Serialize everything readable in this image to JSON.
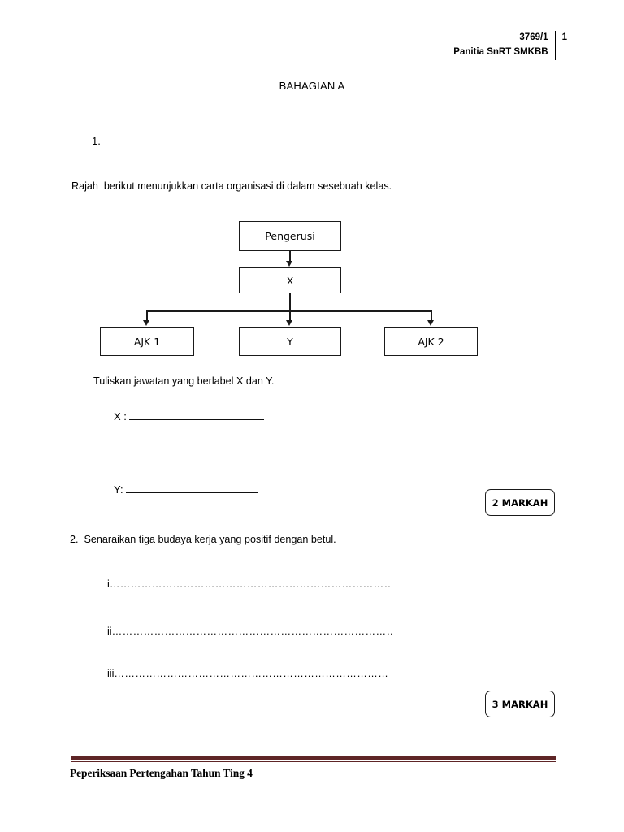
{
  "header": {
    "paper_code": "3769/1",
    "institution": "Panitia SnRT SMKBB",
    "page_number": "1"
  },
  "section": {
    "title": "BAHAGIAN A"
  },
  "question1": {
    "number": "1.",
    "stem": "Rajah  berikut menunjukkan carta organisasi di dalam sesebuah kelas.",
    "prompt": "Tuliskan jawatan yang berlabel X dan Y.",
    "answers": [
      {
        "label": "X :"
      },
      {
        "label": "Y:"
      }
    ],
    "marks_badge": "2 MARKAH",
    "orgchart": {
      "root": "Pengerusi",
      "second": "X",
      "children": [
        "AJK 1",
        "Y",
        "AJK 2"
      ]
    }
  },
  "question2": {
    "number": "2.",
    "stem": "2.  Senaraikan tiga budaya kerja yang positif dengan betul.",
    "items": [
      {
        "roman": "i",
        "dots": "……………………………………………………………………………………………………………"
      },
      {
        "roman": "ii",
        "dots": "……………………………………………………………………………………………………………"
      },
      {
        "roman": "iii",
        "dots": "…………………………………………………………………………………………………………"
      }
    ],
    "marks_badge": "3 MARKAH"
  },
  "footer": {
    "text": "Peperiksaan Pertengahan Tahun Ting 4",
    "rule_color": "#5e2526"
  }
}
